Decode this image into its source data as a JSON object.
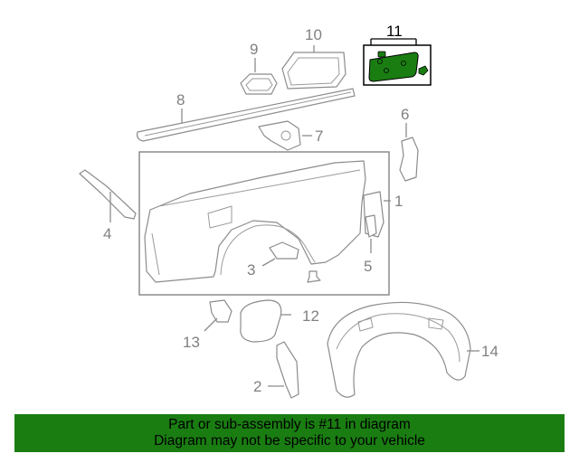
{
  "diagram": {
    "callouts": [
      {
        "number": "1",
        "highlighted": false
      },
      {
        "number": "2",
        "highlighted": false
      },
      {
        "number": "3",
        "highlighted": false
      },
      {
        "number": "4",
        "highlighted": false
      },
      {
        "number": "5",
        "highlighted": false
      },
      {
        "number": "6",
        "highlighted": false
      },
      {
        "number": "7",
        "highlighted": false
      },
      {
        "number": "8",
        "highlighted": false
      },
      {
        "number": "9",
        "highlighted": false
      },
      {
        "number": "10",
        "highlighted": false
      },
      {
        "number": "11",
        "highlighted": true
      },
      {
        "number": "12",
        "highlighted": false
      },
      {
        "number": "13",
        "highlighted": false
      },
      {
        "number": "14",
        "highlighted": false
      }
    ],
    "highlight_color": "#1a7d12",
    "line_color": "#8c8c8c"
  },
  "banner": {
    "line1": "Part or sub-assembly is #11 in diagram",
    "line2": "Diagram may not be specific to your vehicle",
    "background": "#1a7d12"
  }
}
